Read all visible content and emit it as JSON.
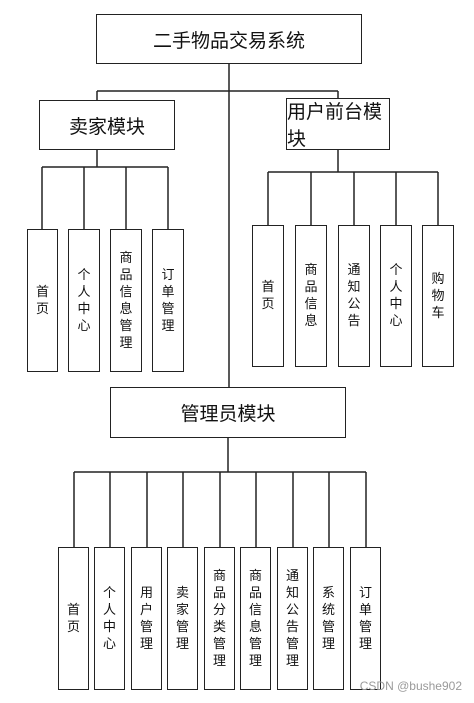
{
  "title": "二手物品交易系统",
  "modules": {
    "seller": {
      "label": "卖家模块",
      "items": [
        "首页",
        "个人中心",
        "商品信息管理",
        "订单管理"
      ]
    },
    "user": {
      "label": "用户前台模块",
      "items": [
        "首页",
        "商品信息",
        "通知公告",
        "个人中心",
        "购物车"
      ]
    },
    "admin": {
      "label": "管理员模块",
      "items": [
        "首页",
        "个人中心",
        "用户管理",
        "卖家管理",
        "商品分类管理",
        "商品信息管理",
        "通知公告管理",
        "系统管理",
        "订单管理"
      ]
    }
  },
  "watermark": "CSDN @bushe902"
}
